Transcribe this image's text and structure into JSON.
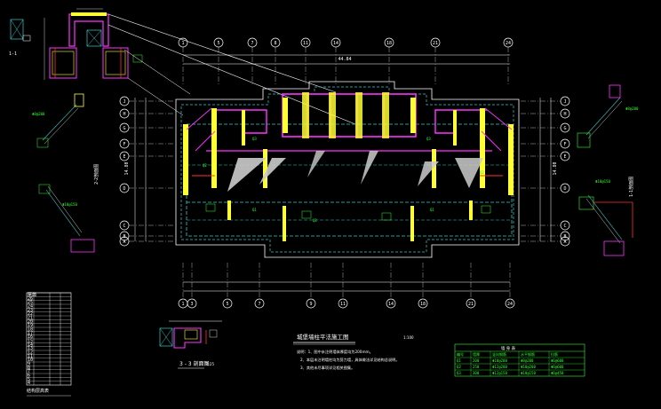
{
  "drawing": {
    "plan_title": "城堡墙柱平法施工图",
    "plan_scale": "1:100",
    "section_title": "3 - 3 剖面图",
    "section_scale": "1:25",
    "notes": [
      "说明：1、图中未注明墙体厚度均为200mm。",
      "2、本层未注明墙柱均为剪力墙，具体做法详见结构总说明。",
      "3、其他未尽事项详见相关图集。"
    ],
    "side_label_left": "2-2剖面图",
    "side_label_right": "1-1剖面图",
    "top_dimension": "44.84",
    "left_dimension": "14.80",
    "right_dimension": "14.80"
  },
  "axes": {
    "top": [
      "1",
      "5",
      "7",
      "8",
      "11",
      "14",
      "18",
      "21",
      "24"
    ],
    "bottom": [
      "1",
      "3",
      "5",
      "7",
      "9",
      "11",
      "14",
      "18",
      "21",
      "24"
    ],
    "left": [
      "J",
      "H",
      "G",
      "F",
      "E",
      "D",
      "C",
      "B",
      "A"
    ],
    "right": [
      "J",
      "H",
      "G",
      "F",
      "E",
      "D",
      "C",
      "B",
      "A"
    ]
  },
  "legend_table": {
    "title": "墙 身 表",
    "headers": [
      "编号",
      "墙厚",
      "竖向钢筋",
      "水平钢筋",
      "拉筋"
    ],
    "rows": [
      [
        "Q1",
        "200",
        "Φ10@200",
        "Φ8@200",
        "Φ6@600"
      ],
      [
        "Q2",
        "250",
        "Φ12@200",
        "Φ10@200",
        "Φ6@600"
      ],
      [
        "Q3",
        "300",
        "Φ12@150",
        "Φ10@150",
        "Φ6@450"
      ]
    ]
  },
  "schedule": {
    "title": "结构层高表",
    "rows": [
      [
        "屋面",
        "",
        ""
      ],
      [
        "26",
        "",
        ""
      ],
      [
        "25",
        "",
        ""
      ],
      [
        "24",
        "",
        ""
      ],
      [
        "23",
        "",
        ""
      ],
      [
        "22",
        "",
        ""
      ],
      [
        "21",
        "",
        ""
      ],
      [
        "20",
        "",
        ""
      ],
      [
        "19",
        "",
        ""
      ],
      [
        "18",
        "",
        ""
      ],
      [
        "17",
        "",
        ""
      ],
      [
        "16",
        "",
        ""
      ],
      [
        "15",
        "",
        ""
      ],
      [
        "14",
        "",
        ""
      ],
      [
        "13",
        "",
        ""
      ],
      [
        "12",
        "",
        ""
      ],
      [
        "11",
        "",
        ""
      ],
      [
        "10",
        "",
        ""
      ],
      [
        "9",
        "",
        ""
      ],
      [
        "8",
        "",
        ""
      ],
      [
        "7",
        "",
        ""
      ],
      [
        "6",
        "",
        ""
      ],
      [
        "5",
        "",
        ""
      ],
      [
        "4",
        "",
        ""
      ]
    ]
  },
  "colors": {
    "background": "#000000",
    "wall_yellow": "#ffff33",
    "beam_magenta": "#ff33ff",
    "rebar_cyan": "#33cccc",
    "text_green": "#33ff33",
    "annotation_red": "#ff3333",
    "line_white": "#ffffff"
  }
}
